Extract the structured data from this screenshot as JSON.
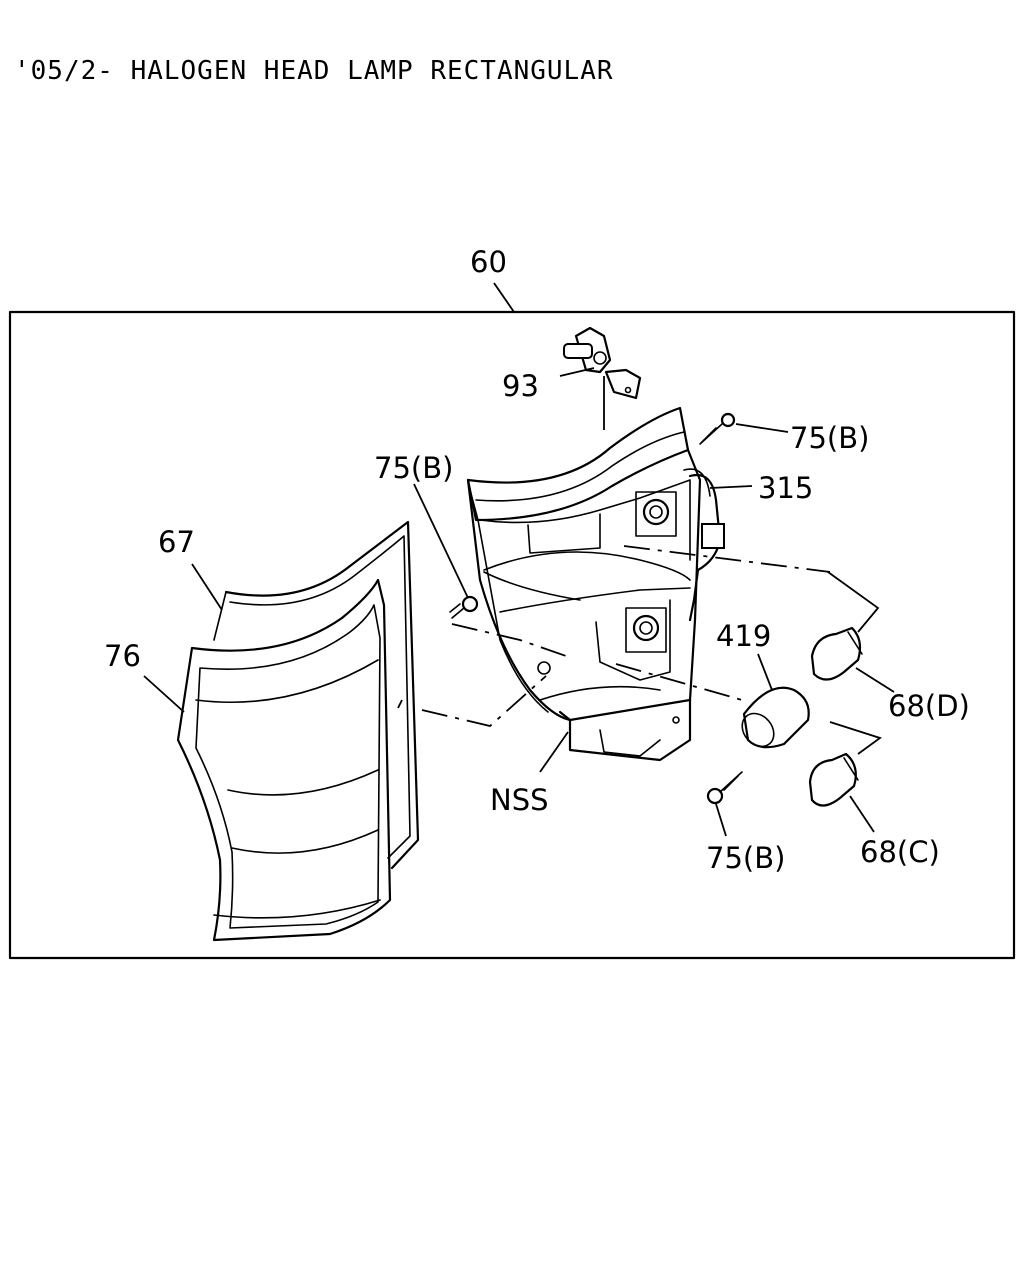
{
  "heading": "'05/2- HALOGEN HEAD LAMP RECTANGULAR",
  "callouts": {
    "c60": "60",
    "c93": "93",
    "c75b_top_right": "75(B)",
    "c75b_mid_left": "75(B)",
    "c315": "315",
    "c67": "67",
    "c76": "76",
    "c419": "419",
    "c68d": "68(D)",
    "cnss": "NSS",
    "c75b_bottom": "75(B)",
    "c68c": "68(C)"
  }
}
